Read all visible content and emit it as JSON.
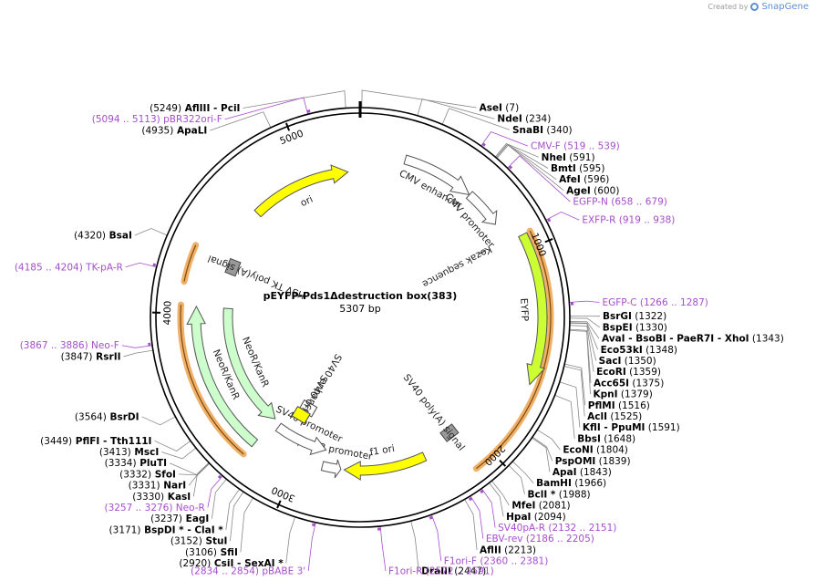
{
  "credit": {
    "prefix": "Created by",
    "brand": "SnapGene"
  },
  "plasmid": {
    "name": "pEYFP-Pds1Δdestruction box(383)",
    "size_label": "5307 bp",
    "length": 5307
  },
  "colors": {
    "backbone": "#000000",
    "feature_outline": "#555555",
    "primer": "#a64dcc",
    "orange_band": "#f0b068",
    "ori": "#ffff00",
    "eyfp": "#ccff33",
    "neo": "#ccffcc",
    "grey_box": "#999999"
  },
  "ticks": [
    {
      "pos": 1000,
      "label": "1000"
    },
    {
      "pos": 2000,
      "label": "2000"
    },
    {
      "pos": 3000,
      "label": "3000"
    },
    {
      "pos": 4000,
      "label": "4000"
    },
    {
      "pos": 5000,
      "label": "5000"
    }
  ],
  "features": [
    {
      "name": "CMV enhancer",
      "start": 235,
      "end": 614,
      "dir": 1,
      "color": "#ffffff",
      "type": "arrow"
    },
    {
      "name": "CMV promoter",
      "start": 615,
      "end": 818,
      "dir": 1,
      "color": "#ffffff",
      "type": "arrow"
    },
    {
      "name": "Kozak sequence",
      "start": 913,
      "end": 922,
      "dir": 0,
      "color": "#ffffff",
      "type": "line"
    },
    {
      "name": "EYFP",
      "start": 929,
      "end": 1645,
      "dir": 1,
      "color": "#ccff33",
      "type": "arrow"
    },
    {
      "name": "SV40 poly(A) signal",
      "start": 2037,
      "end": 2158,
      "dir": 0,
      "color": "#999999",
      "type": "box"
    },
    {
      "name": "f1 ori",
      "start": 2287,
      "end": 2742,
      "dir": 1,
      "color": "#ffff00",
      "type": "arrow"
    },
    {
      "name": "AmpR promoter",
      "start": 2760,
      "end": 2864,
      "dir": -1,
      "color": "#ffffff",
      "type": "arrow"
    },
    {
      "name": "SV40 promoter",
      "start": 2866,
      "end": 3195,
      "dir": -1,
      "color": "#ffffff",
      "type": "arrow"
    },
    {
      "name": "SV40 enhancer",
      "start": 3058,
      "end": 3129,
      "dir": 0,
      "color": "#ffffff",
      "type": "box"
    },
    {
      "name": "SV40 ori",
      "start": 3046,
      "end": 3181,
      "dir": 0,
      "color": "#ffff00",
      "type": "box"
    },
    {
      "name": "NeoR/KanR",
      "start": 3243,
      "end": 4037,
      "dir": 1,
      "color": "#ccffcc",
      "type": "arrow"
    },
    {
      "name": "NeoR/KanR",
      "start": 3243,
      "end": 4037,
      "dir": -1,
      "color": "#ccffcc",
      "type": "arrow"
    },
    {
      "name": "HSV TK poly(A) signal",
      "start": 4273,
      "end": 4320,
      "dir": 0,
      "color": "#999999",
      "type": "box"
    },
    {
      "name": "ori",
      "start": 4649,
      "end": 5237,
      "dir": 1,
      "color": "#ffff00",
      "type": "arrow"
    }
  ],
  "labels": [
    {
      "pos": 5249,
      "parts": [
        {
          "t": "(5249)",
          "s": "n"
        },
        {
          "t": "AflIII",
          "s": "b"
        },
        {
          "t": "- PciI",
          "s": "b"
        }
      ]
    },
    {
      "pos": 7,
      "parts": [
        {
          "t": "AseI",
          "s": "b"
        },
        {
          "t": "(7)",
          "s": "n"
        }
      ]
    },
    {
      "pos": 5094,
      "parts": [
        {
          "t": "(5094 .. 5113)",
          "s": "p"
        },
        {
          "t": "pBR322ori-F",
          "s": "p"
        }
      ]
    },
    {
      "pos": 4935,
      "parts": [
        {
          "t": "(4935)",
          "s": "n"
        },
        {
          "t": "ApaLI",
          "s": "b"
        }
      ]
    },
    {
      "pos": 234,
      "parts": [
        {
          "t": "NdeI",
          "s": "b"
        },
        {
          "t": "(234)",
          "s": "n"
        }
      ]
    },
    {
      "pos": 340,
      "parts": [
        {
          "t": "SnaBI",
          "s": "b"
        },
        {
          "t": "(340)",
          "s": "n"
        }
      ]
    },
    {
      "pos": 519,
      "parts": [
        {
          "t": "CMV-F",
          "s": "p"
        },
        {
          "t": "(519 .. 539)",
          "s": "p"
        }
      ]
    },
    {
      "pos": 591,
      "parts": [
        {
          "t": "NheI",
          "s": "b"
        },
        {
          "t": "(591)",
          "s": "n"
        }
      ]
    },
    {
      "pos": 595,
      "parts": [
        {
          "t": "BmtI",
          "s": "b"
        },
        {
          "t": "(595)",
          "s": "n"
        }
      ]
    },
    {
      "pos": 596,
      "parts": [
        {
          "t": "AfeI",
          "s": "b"
        },
        {
          "t": "(596)",
          "s": "n"
        }
      ]
    },
    {
      "pos": 600,
      "parts": [
        {
          "t": "AgeI",
          "s": "b"
        },
        {
          "t": "(600)",
          "s": "n"
        }
      ]
    },
    {
      "pos": 658,
      "parts": [
        {
          "t": "EGFP-N",
          "s": "p"
        },
        {
          "t": "(658 .. 679)",
          "s": "p"
        }
      ]
    },
    {
      "pos": 919,
      "parts": [
        {
          "t": "EXFP-R",
          "s": "p"
        },
        {
          "t": "(919 .. 938)",
          "s": "p"
        }
      ]
    },
    {
      "pos": 1266,
      "parts": [
        {
          "t": "EGFP-C",
          "s": "p"
        },
        {
          "t": "(1266 .. 1287)",
          "s": "p"
        }
      ]
    },
    {
      "pos": 1322,
      "parts": [
        {
          "t": "BsrGI",
          "s": "b"
        },
        {
          "t": "(1322)",
          "s": "n"
        }
      ]
    },
    {
      "pos": 1330,
      "parts": [
        {
          "t": "BspEI",
          "s": "b"
        },
        {
          "t": "(1330)",
          "s": "n"
        }
      ]
    },
    {
      "pos": 1343,
      "parts": [
        {
          "t": "AvaI",
          "s": "b"
        },
        {
          "t": "- BsoBI",
          "s": "b"
        },
        {
          "t": "- PaeR7I",
          "s": "b"
        },
        {
          "t": "- XhoI",
          "s": "b"
        },
        {
          "t": "(1343)",
          "s": "n"
        }
      ]
    },
    {
      "pos": 1348,
      "parts": [
        {
          "t": "Eco53kI",
          "s": "b"
        },
        {
          "t": "(1348)",
          "s": "n"
        }
      ]
    },
    {
      "pos": 1350,
      "parts": [
        {
          "t": "SacI",
          "s": "b"
        },
        {
          "t": "(1350)",
          "s": "n"
        }
      ]
    },
    {
      "pos": 1359,
      "parts": [
        {
          "t": "EcoRI",
          "s": "b"
        },
        {
          "t": "(1359)",
          "s": "n"
        }
      ]
    },
    {
      "pos": 1375,
      "parts": [
        {
          "t": "Acc65I",
          "s": "b"
        },
        {
          "t": "(1375)",
          "s": "n"
        }
      ]
    },
    {
      "pos": 1379,
      "parts": [
        {
          "t": "KpnI",
          "s": "b"
        },
        {
          "t": "(1379)",
          "s": "n"
        }
      ]
    },
    {
      "pos": 1516,
      "parts": [
        {
          "t": "PflMI",
          "s": "b"
        },
        {
          "t": "(1516)",
          "s": "n"
        }
      ]
    },
    {
      "pos": 1525,
      "parts": [
        {
          "t": "AclI",
          "s": "b"
        },
        {
          "t": "(1525)",
          "s": "n"
        }
      ]
    },
    {
      "pos": 1591,
      "parts": [
        {
          "t": "KflI",
          "s": "b"
        },
        {
          "t": "- PpuMI",
          "s": "b"
        },
        {
          "t": "(1591)",
          "s": "n"
        }
      ]
    },
    {
      "pos": 1648,
      "parts": [
        {
          "t": "BbsI",
          "s": "b"
        },
        {
          "t": "(1648)",
          "s": "n"
        }
      ]
    },
    {
      "pos": 1804,
      "parts": [
        {
          "t": "EcoNI",
          "s": "b"
        },
        {
          "t": "(1804)",
          "s": "n"
        }
      ]
    },
    {
      "pos": 1839,
      "parts": [
        {
          "t": "PspOMI",
          "s": "b"
        },
        {
          "t": "(1839)",
          "s": "n"
        }
      ]
    },
    {
      "pos": 1843,
      "parts": [
        {
          "t": "ApaI",
          "s": "b"
        },
        {
          "t": "(1843)",
          "s": "n"
        }
      ]
    },
    {
      "pos": 1966,
      "parts": [
        {
          "t": "BamHI",
          "s": "b"
        },
        {
          "t": "(1966)",
          "s": "n"
        }
      ]
    },
    {
      "pos": 1988,
      "parts": [
        {
          "t": "BclI *",
          "s": "b"
        },
        {
          "t": "(1988)",
          "s": "n"
        }
      ]
    },
    {
      "pos": 2081,
      "parts": [
        {
          "t": "MfeI",
          "s": "b"
        },
        {
          "t": "(2081)",
          "s": "n"
        }
      ]
    },
    {
      "pos": 2094,
      "parts": [
        {
          "t": "HpaI",
          "s": "b"
        },
        {
          "t": "(2094)",
          "s": "n"
        }
      ]
    },
    {
      "pos": 2132,
      "parts": [
        {
          "t": "SV40pA-R",
          "s": "p"
        },
        {
          "t": "(2132 .. 2151)",
          "s": "p"
        }
      ]
    },
    {
      "pos": 2186,
      "parts": [
        {
          "t": "EBV-rev",
          "s": "p"
        },
        {
          "t": "(2186 .. 2205)",
          "s": "p"
        }
      ]
    },
    {
      "pos": 2213,
      "parts": [
        {
          "t": "AflII",
          "s": "b"
        },
        {
          "t": "(2213)",
          "s": "n"
        }
      ]
    },
    {
      "pos": 2360,
      "parts": [
        {
          "t": "F1ori-F",
          "s": "p"
        },
        {
          "t": "(2360 .. 2381)",
          "s": "p"
        }
      ]
    },
    {
      "pos": 2447,
      "parts": [
        {
          "t": "DraIII",
          "s": "b"
        },
        {
          "t": "(2447)",
          "s": "n"
        }
      ]
    },
    {
      "pos": 2572,
      "parts": [
        {
          "t": "F1ori-R",
          "s": "p"
        },
        {
          "t": "(2572 .. 2591)",
          "s": "p"
        }
      ]
    },
    {
      "pos": 2834,
      "parts": [
        {
          "t": "(2834 .. 2854)",
          "s": "p"
        },
        {
          "t": "pBABE 3'",
          "s": "p"
        }
      ]
    },
    {
      "pos": 2920,
      "parts": [
        {
          "t": "(2920)",
          "s": "n"
        },
        {
          "t": "CsiI",
          "s": "b"
        },
        {
          "t": "- SexAI *",
          "s": "b"
        }
      ]
    },
    {
      "pos": 3106,
      "parts": [
        {
          "t": "(3106)",
          "s": "n"
        },
        {
          "t": "SfiI",
          "s": "b"
        }
      ]
    },
    {
      "pos": 3152,
      "parts": [
        {
          "t": "(3152)",
          "s": "n"
        },
        {
          "t": "StuI",
          "s": "b"
        }
      ]
    },
    {
      "pos": 3171,
      "parts": [
        {
          "t": "(3171)",
          "s": "n"
        },
        {
          "t": "BspDI *",
          "s": "b"
        },
        {
          "t": "- ClaI *",
          "s": "b"
        }
      ]
    },
    {
      "pos": 3237,
      "parts": [
        {
          "t": "(3237)",
          "s": "n"
        },
        {
          "t": "EagI",
          "s": "b"
        }
      ]
    },
    {
      "pos": 3257,
      "parts": [
        {
          "t": "(3257 .. 3276)",
          "s": "p"
        },
        {
          "t": "Neo-R",
          "s": "p"
        }
      ]
    },
    {
      "pos": 3330,
      "parts": [
        {
          "t": "(3330)",
          "s": "n"
        },
        {
          "t": "KasI",
          "s": "b"
        }
      ]
    },
    {
      "pos": 3331,
      "parts": [
        {
          "t": "(3331)",
          "s": "n"
        },
        {
          "t": "NarI",
          "s": "b"
        }
      ]
    },
    {
      "pos": 3332,
      "parts": [
        {
          "t": "(3332)",
          "s": "n"
        },
        {
          "t": "SfoI",
          "s": "b"
        }
      ]
    },
    {
      "pos": 3334,
      "parts": [
        {
          "t": "(3334)",
          "s": "n"
        },
        {
          "t": "PluTI",
          "s": "b"
        }
      ]
    },
    {
      "pos": 3413,
      "parts": [
        {
          "t": "(3413)",
          "s": "n"
        },
        {
          "t": "MscI",
          "s": "b"
        }
      ]
    },
    {
      "pos": 3449,
      "parts": [
        {
          "t": "(3449)",
          "s": "n"
        },
        {
          "t": "PflFI",
          "s": "b"
        },
        {
          "t": "- Tth111I",
          "s": "b"
        }
      ]
    },
    {
      "pos": 3564,
      "parts": [
        {
          "t": "(3564)",
          "s": "n"
        },
        {
          "t": "BsrDI",
          "s": "b"
        }
      ]
    },
    {
      "pos": 3847,
      "parts": [
        {
          "t": "(3847)",
          "s": "n"
        },
        {
          "t": "RsrII",
          "s": "b"
        }
      ]
    },
    {
      "pos": 3867,
      "parts": [
        {
          "t": "(3867 .. 3886)",
          "s": "p"
        },
        {
          "t": "Neo-F",
          "s": "p"
        }
      ]
    },
    {
      "pos": 4185,
      "parts": [
        {
          "t": "(4185 .. 4204)",
          "s": "p"
        },
        {
          "t": "TK-pA-R",
          "s": "p"
        }
      ]
    },
    {
      "pos": 4320,
      "parts": [
        {
          "t": "(4320)",
          "s": "n"
        },
        {
          "t": "BsaI",
          "s": "b"
        }
      ]
    }
  ]
}
